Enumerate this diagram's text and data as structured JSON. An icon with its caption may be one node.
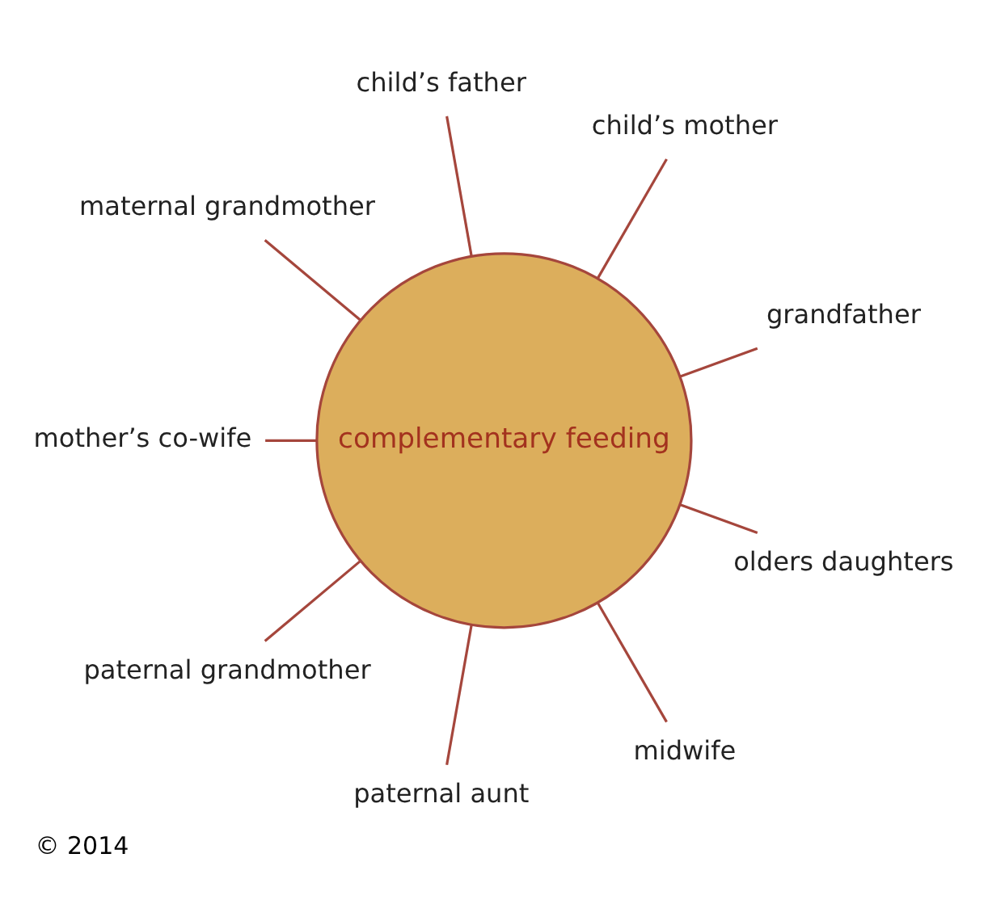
{
  "diagram": {
    "caption": "© 2014",
    "nodes": [
      {
        "text": [
          "complementary feeding"
        ]
      },
      {
        "text": [
          "grandfather"
        ]
      },
      {
        "text": [
          "child’s mother"
        ]
      },
      {
        "text": [
          "child’s father"
        ]
      },
      {
        "text": [
          "maternal grandmother"
        ]
      },
      {
        "text": [
          "mother’s co-wife"
        ]
      },
      {
        "text": [
          "paternal grandmother"
        ]
      },
      {
        "text": [
          "paternal aunt"
        ]
      },
      {
        "text": [
          "midwife"
        ]
      },
      {
        "text": [
          "olders daughters"
        ]
      }
    ],
    "edges": [
      {
        "from": 0,
        "to": 1,
        "arrow": "none"
      },
      {
        "from": 0,
        "to": 2,
        "arrow": "none"
      },
      {
        "from": 0,
        "to": 3,
        "arrow": "none"
      },
      {
        "from": 0,
        "to": 5,
        "arrow": "none"
      },
      {
        "from": 0,
        "to": 7,
        "arrow": "none"
      },
      {
        "from": 0,
        "to": 9,
        "arrow": "none"
      },
      {
        "from": 0,
        "to": 8,
        "arrow": "none"
      },
      {
        "from": 0,
        "to": 6,
        "arrow": "none"
      },
      {
        "from": 0,
        "to": 4,
        "arrow": "none"
      }
    ]
  }
}
